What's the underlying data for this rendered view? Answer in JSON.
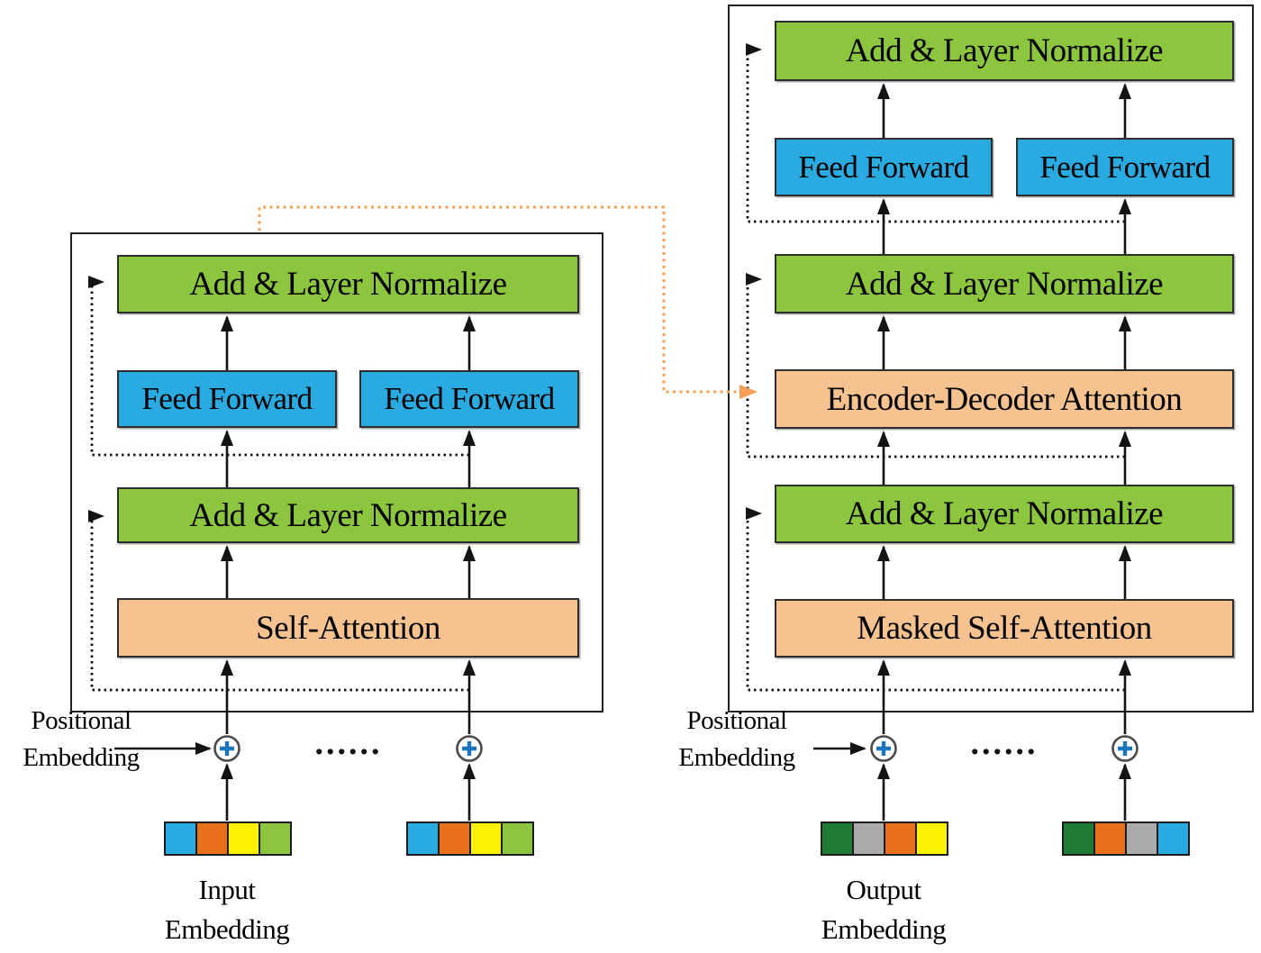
{
  "colors": {
    "add_norm_fill": "#8CC63F",
    "feed_forward_fill": "#29ABE2",
    "attention_fill": "#F6C290",
    "encoder_decoder_link": "#F5A054",
    "plus_symbol": "#1B75BC",
    "line": "#141414"
  },
  "encoder": {
    "blocks": {
      "add_layer_normalize_top": "Add & Layer Normalize",
      "feed_forward_left": "Feed Forward",
      "feed_forward_right": "Feed Forward",
      "add_layer_normalize_bottom": "Add & Layer Normalize",
      "self_attention": "Self-Attention"
    },
    "positional_embedding_label": {
      "line1": "Positional",
      "line2": "Embedding"
    },
    "input_embedding_label": {
      "line1": "Input",
      "line2": "Embedding"
    },
    "ellipsis": "......",
    "input_embeddings": [
      {
        "cells": [
          "#29ABE2",
          "#E8701A",
          "#FFF200",
          "#8CC63F"
        ]
      },
      {
        "cells": [
          "#29ABE2",
          "#E8701A",
          "#FFF200",
          "#8CC63F"
        ]
      }
    ]
  },
  "decoder": {
    "blocks": {
      "add_layer_normalize_top": "Add & Layer Normalize",
      "feed_forward_left": "Feed Forward",
      "feed_forward_right": "Feed Forward",
      "add_layer_normalize_middle": "Add & Layer Normalize",
      "encoder_decoder_attention": "Encoder-Decoder Attention",
      "add_layer_normalize_bottom": "Add & Layer Normalize",
      "masked_self_attention": "Masked Self-Attention"
    },
    "positional_embedding_label": {
      "line1": "Positional",
      "line2": "Embedding"
    },
    "output_embedding_label": {
      "line1": "Output",
      "line2": "Embedding"
    },
    "ellipsis": "......",
    "output_embeddings": [
      {
        "cells": [
          "#1F7A33",
          "#ABABAB",
          "#E8701A",
          "#FFF200"
        ]
      },
      {
        "cells": [
          "#1F7A33",
          "#E8701A",
          "#ABABAB",
          "#29ABE2"
        ]
      }
    ]
  }
}
